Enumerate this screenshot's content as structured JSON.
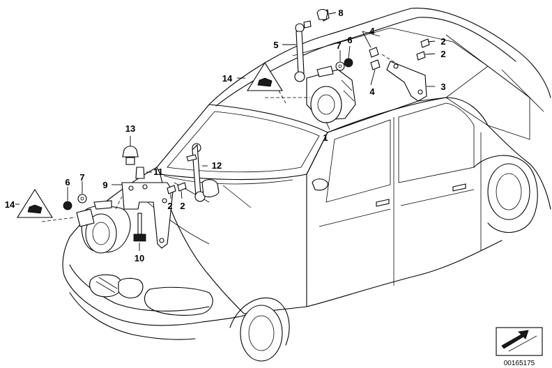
{
  "callouts": [
    {
      "id": "c1",
      "text": "1"
    },
    {
      "id": "c2a",
      "text": "2"
    },
    {
      "id": "c2b",
      "text": "2"
    },
    {
      "id": "c2c",
      "text": "2"
    },
    {
      "id": "c2d",
      "text": "2"
    },
    {
      "id": "c3",
      "text": "3"
    },
    {
      "id": "c4a",
      "text": "4"
    },
    {
      "id": "c4b",
      "text": "4"
    },
    {
      "id": "c5",
      "text": "5"
    },
    {
      "id": "c6a",
      "text": "6"
    },
    {
      "id": "c6b",
      "text": "6"
    },
    {
      "id": "c7a",
      "text": "7"
    },
    {
      "id": "c7b",
      "text": "7"
    },
    {
      "id": "c8",
      "text": "8"
    },
    {
      "id": "c9",
      "text": "9"
    },
    {
      "id": "c10",
      "text": "10"
    },
    {
      "id": "c11",
      "text": "11"
    },
    {
      "id": "c12",
      "text": "12"
    },
    {
      "id": "c13",
      "text": "13"
    },
    {
      "id": "c14a",
      "text": "14"
    },
    {
      "id": "c14b",
      "text": "14"
    }
  ],
  "reference_number": "00165175"
}
